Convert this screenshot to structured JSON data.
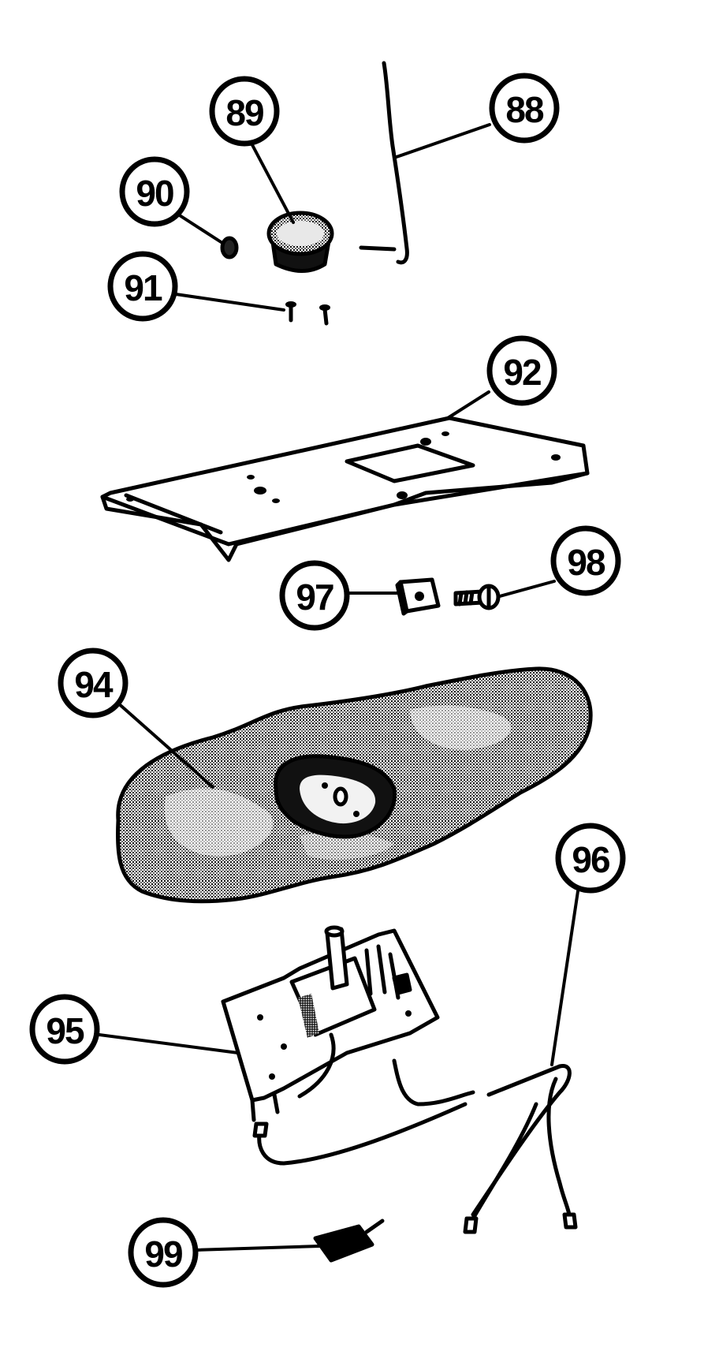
{
  "callouts": [
    {
      "id": "88",
      "label": "88"
    },
    {
      "id": "89",
      "label": "89"
    },
    {
      "id": "90",
      "label": "90"
    },
    {
      "id": "91",
      "label": "91"
    },
    {
      "id": "92",
      "label": "92"
    },
    {
      "id": "97",
      "label": "97"
    },
    {
      "id": "98",
      "label": "98"
    },
    {
      "id": "94",
      "label": "94"
    },
    {
      "id": "96",
      "label": "96"
    },
    {
      "id": "95",
      "label": "95"
    },
    {
      "id": "99",
      "label": "99"
    }
  ],
  "colors": {
    "ink": "#000000",
    "paper": "#ffffff",
    "insulation": "#9a9a9a"
  }
}
